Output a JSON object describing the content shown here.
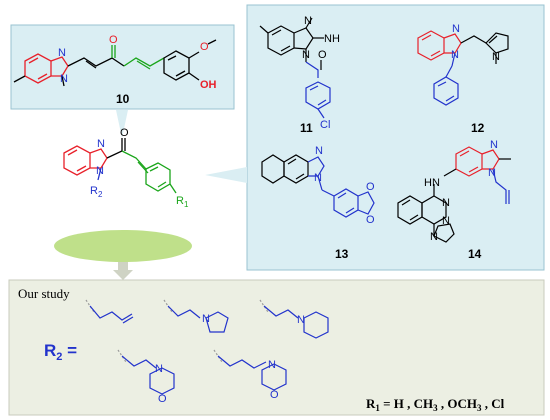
{
  "compounds": {
    "c10": {
      "label": "10",
      "atoms": {
        "o_keto": "O",
        "o_methoxy": "O",
        "oh": "OH",
        "n1": "N",
        "n2": "N"
      }
    },
    "c11": {
      "label": "11",
      "atoms": {
        "nh": "NH",
        "n_top": "N",
        "n_bottom": "N",
        "o": "O",
        "cl": "Cl"
      }
    },
    "c12": {
      "label": "12",
      "atoms": {
        "n1": "N",
        "n2": "N",
        "n_pyrrole": "N"
      }
    },
    "c13": {
      "label": "13",
      "atoms": {
        "n1": "N",
        "n2": "N",
        "o1": "O",
        "o2": "O"
      }
    },
    "c14": {
      "label": "14",
      "atoms": {
        "hn": "HN",
        "n1": "N",
        "n2": "N",
        "nq1": "N",
        "nq2": "N",
        "n_pyr": "N"
      }
    }
  },
  "core": {
    "atoms": {
      "n1": "N",
      "n2": "N",
      "o": "O",
      "r2": "R",
      "r2_sub": "2",
      "r1": "R",
      "r1_sub": "1"
    }
  },
  "study": {
    "title": "Our study",
    "r2_label": "R",
    "r2_sub": "2",
    "r2_eq": " =",
    "substituent_atoms": {
      "pyrrolidine_n": "N",
      "piperidine_n": "N",
      "morpholine_n1": "N",
      "morpholine_o1": "O",
      "morpholine_n2": "N",
      "morpholine_o2": "O"
    },
    "r1_prefix": "R",
    "r1_sub": "1",
    "r1_text": " = H , CH",
    "r1_ch3_sub": "3",
    "r1_text2": " , OCH",
    "r1_och3_sub": "3",
    "r1_text3": " , Cl"
  },
  "colors": {
    "benzimidazole": "#e8202a",
    "linker": "#1aa51a",
    "substituent": "#2233cc",
    "panel_bg": "#daeef3",
    "study_bg": "#ecefe3",
    "ellipse": "#bfe08a"
  }
}
